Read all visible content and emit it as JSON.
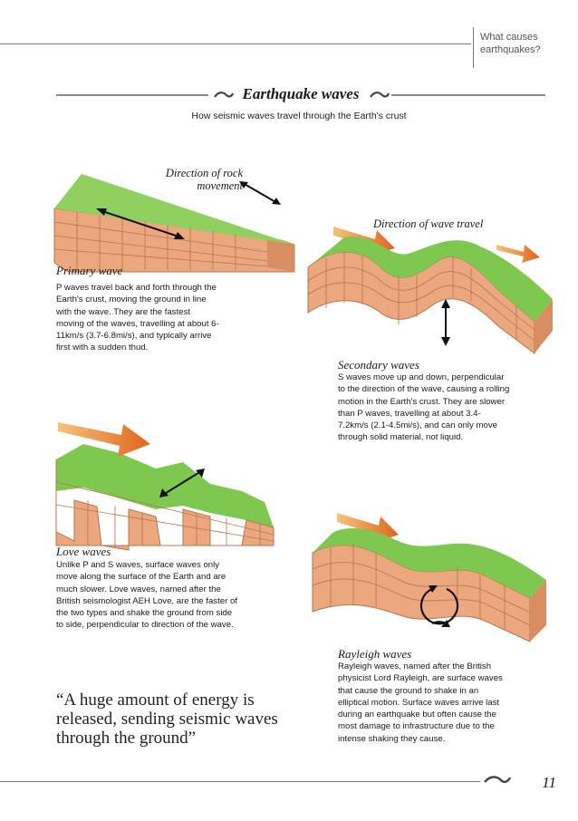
{
  "header": {
    "section_label": "What causes earthquakes?",
    "title": "Earthquake waves",
    "subtitle": "How seismic waves travel through the Earth's crust"
  },
  "diagram_labels": {
    "rock_movement": "Direction of rock movement",
    "wave_travel": "Direction of wave travel"
  },
  "primary": {
    "title": "Primary wave",
    "text": "P waves travel back and forth through the Earth's crust, moving the ground in line with the wave. They are the fastest moving of the waves, travelling at about 6-11km/s (3.7-6.8mi/s), and typically arrive first with a sudden thud."
  },
  "secondary": {
    "title": "Secondary waves",
    "text": "S waves move up and down, perpendicular to the direction of the wave, causing a rolling motion in the Earth's crust. They are slower than P waves, travelling at about 3.4-7.2km/s (2.1-4.5mi/s), and can only move through solid material, not liquid."
  },
  "love": {
    "title": "Love waves",
    "text": "Unlike P and S waves, surface waves only move along the surface of the Earth and are much slower. Love waves, named after the British seismologist AEH Love, are the faster of the two types and shake the ground from side to side, perpendicular to direction of the wave."
  },
  "rayleigh": {
    "title": "Rayleigh waves",
    "text": "Rayleigh waves, named after the British physicist Lord Rayleigh, are surface waves that cause the ground to shake in an elliptical motion. Surface waves arrive last during an earthquake but often cause the most damage to infrastructure due to the intense shaking they cause."
  },
  "quote": "“A huge amount of energy is released, sending seismic waves through the ground”",
  "page_number": "11",
  "colors": {
    "grass": "#7fc850",
    "rock": "#eba77e",
    "rock_dark": "#c97b52",
    "arrow": "#e0651c"
  }
}
